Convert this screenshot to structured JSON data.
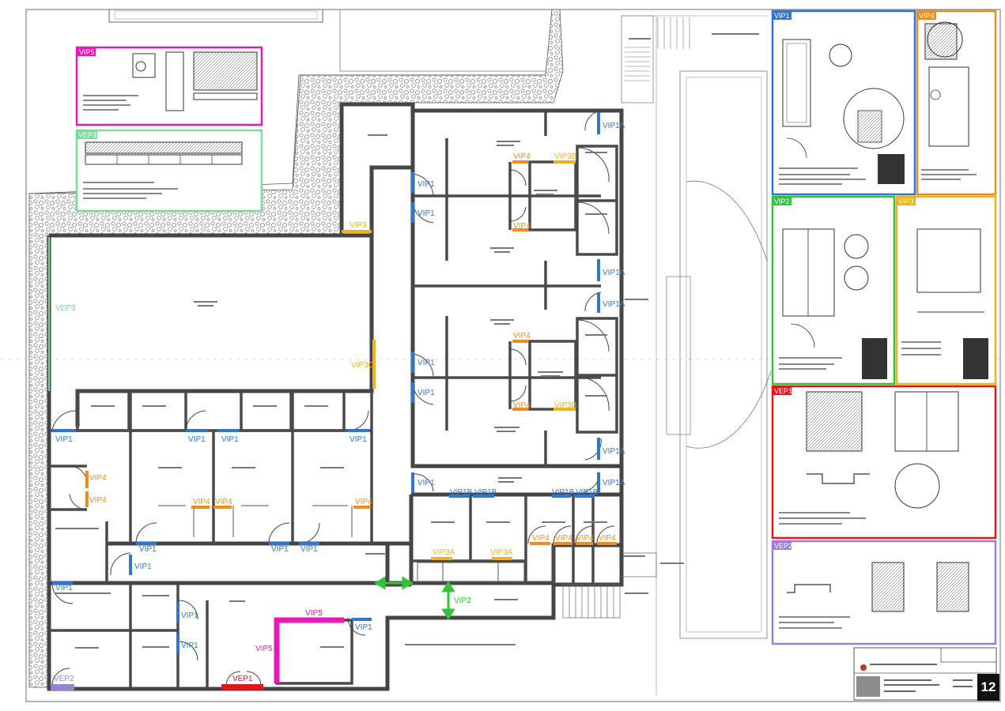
{
  "colors": {
    "vip1": "#2f76d2",
    "vip4": "#f08c1e",
    "vip3": "#f2b21b",
    "vip2": "#34c23a",
    "vip5": "#e61ab4",
    "vep1": "#e3141b",
    "vep2": "#9a7fd6",
    "vep3": "#7fd99e",
    "wall": "#454545",
    "line": "#6c6c6c"
  },
  "labels": {
    "vip1": "VIP1",
    "vip1a": "VIP1A",
    "vip1b": "VIP1B",
    "vip2": "VIP2",
    "vip3": "VIP3",
    "vip3a": "VIP3A",
    "vip3b": "VIP3B",
    "vip3c": "VIP3C",
    "vip4": "VIP4",
    "vip5": "VIP5",
    "vep1": "VEP1",
    "vep2": "VEP2",
    "vep3": "VEP3"
  },
  "sheet": {
    "number": "12"
  }
}
